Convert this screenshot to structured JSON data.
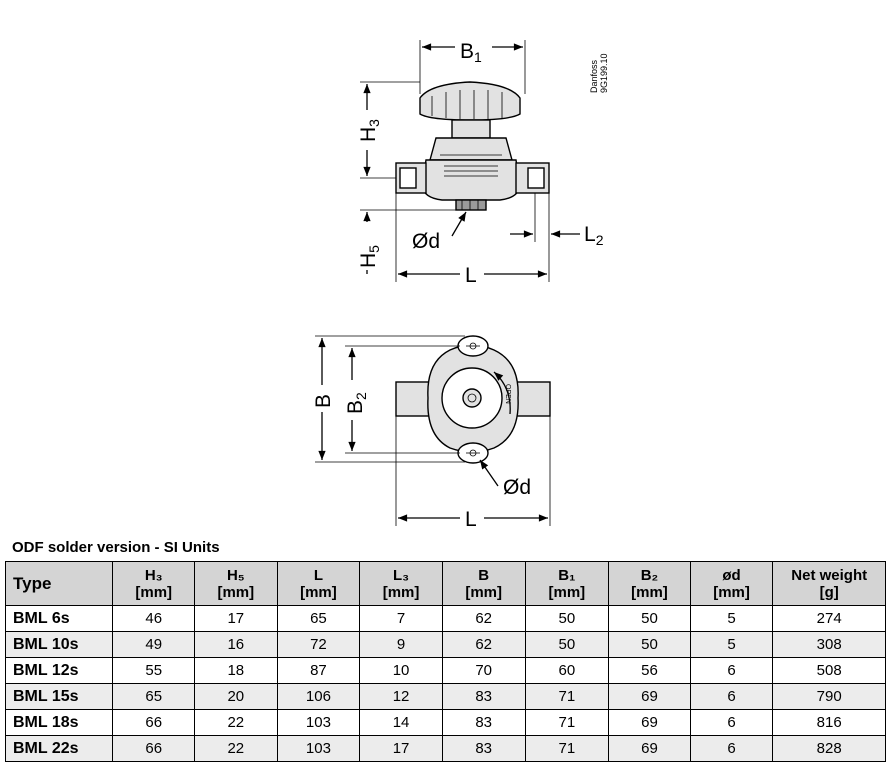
{
  "drawing": {
    "brand_note": [
      "Danfoss",
      "9G199.10"
    ],
    "labels": {
      "B1": {
        "main": "B",
        "sub": "1"
      },
      "H3": {
        "main": "H",
        "sub": "3"
      },
      "H5": {
        "main": "H",
        "sub": "5"
      },
      "d_top": "Ød",
      "L2": {
        "main": "L",
        "sub": "2"
      },
      "L_top": "L",
      "B": "B",
      "B2": {
        "main": "B",
        "sub": "2"
      },
      "d_bottom": "Ød",
      "L_bottom": "L",
      "open_mark": "OPEN"
    }
  },
  "table": {
    "title": "ODF solder version - SI Units",
    "headers": [
      {
        "name": "Type",
        "unit": ""
      },
      {
        "name": "H₃",
        "unit": "[mm]"
      },
      {
        "name": "H₅",
        "unit": "[mm]"
      },
      {
        "name": "L",
        "unit": "[mm]"
      },
      {
        "name": "L₃",
        "unit": "[mm]"
      },
      {
        "name": "B",
        "unit": "[mm]"
      },
      {
        "name": "B₁",
        "unit": "[mm]"
      },
      {
        "name": "B₂",
        "unit": "[mm]"
      },
      {
        "name": "ød",
        "unit": "[mm]"
      },
      {
        "name": "Net weight",
        "unit": "[g]"
      }
    ],
    "rows": [
      [
        "BML 6s",
        "46",
        "17",
        "65",
        "7",
        "62",
        "50",
        "50",
        "5",
        "274"
      ],
      [
        "BML 10s",
        "49",
        "16",
        "72",
        "9",
        "62",
        "50",
        "50",
        "5",
        "308"
      ],
      [
        "BML 12s",
        "55",
        "18",
        "87",
        "10",
        "70",
        "60",
        "56",
        "6",
        "508"
      ],
      [
        "BML 15s",
        "65",
        "20",
        "106",
        "12",
        "83",
        "71",
        "69",
        "6",
        "790"
      ],
      [
        "BML 18s",
        "66",
        "22",
        "103",
        "14",
        "83",
        "71",
        "69",
        "6",
        "816"
      ],
      [
        "BML 22s",
        "66",
        "22",
        "103",
        "17",
        "83",
        "71",
        "69",
        "6",
        "828"
      ]
    ]
  }
}
